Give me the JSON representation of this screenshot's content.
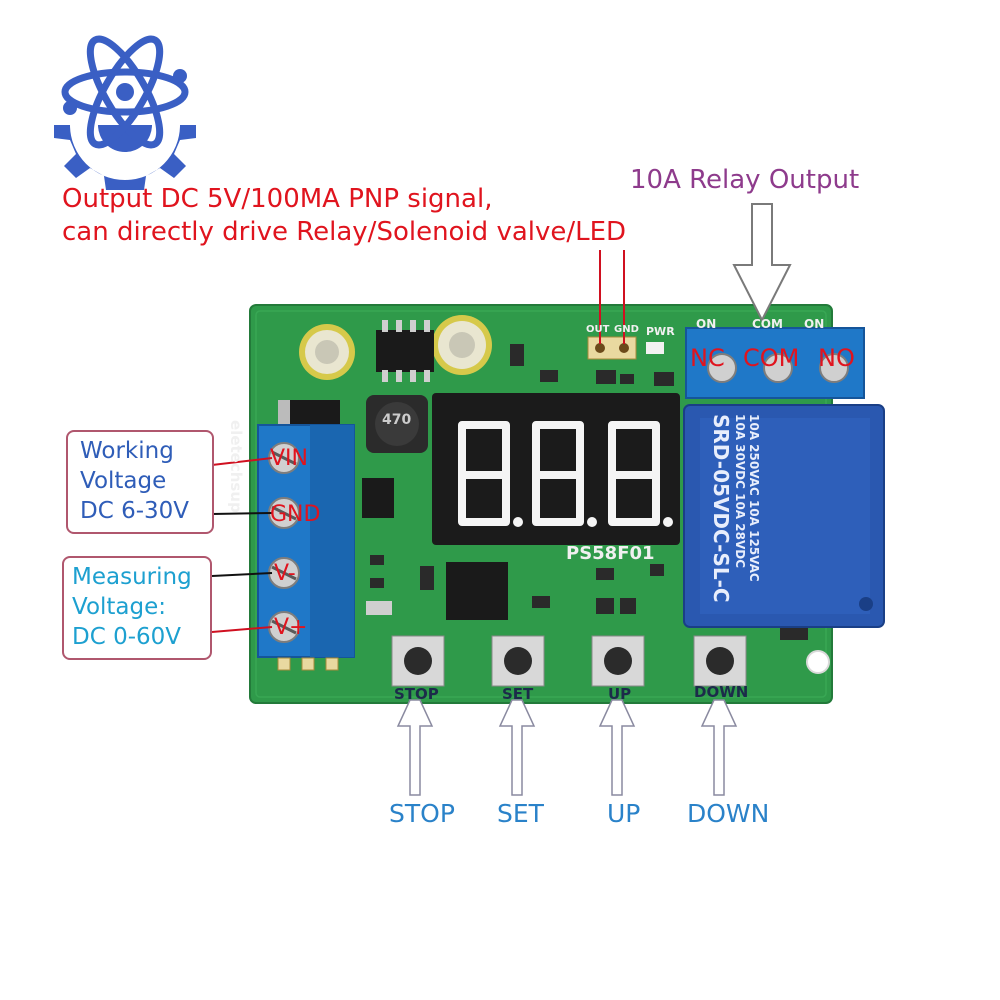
{
  "pnp_note": {
    "line1": "Output DC 5V/100MA PNP signal,",
    "line2": "can directly drive Relay/Solenoid valve/LED"
  },
  "relay_output_label": "10A Relay Output",
  "working_voltage_box": {
    "line1": "Working",
    "line2": "Voltage",
    "line3": "DC 6-30V"
  },
  "measuring_voltage_box": {
    "line1": "Measuring",
    "line2": "Voltage:",
    "line3": "DC 0-60V"
  },
  "terminal_labels": {
    "vin": "VIN",
    "gnd": "GND",
    "v_minus": "V-",
    "v_plus": "V+",
    "nc": "NC",
    "com": "COM",
    "no": "NO"
  },
  "buttons": [
    {
      "board_label": "STOP",
      "callout": "STOP"
    },
    {
      "board_label": "SET",
      "callout": "SET"
    },
    {
      "board_label": "UP",
      "callout": "UP"
    },
    {
      "board_label": "DOWN",
      "callout": "DOWN"
    }
  ],
  "pcb_silkscreen": {
    "model": "PS58F01",
    "brand": "eletechsup",
    "out": "OUT",
    "gnd": "GND",
    "pwr": "PWR",
    "on_left": "ON",
    "on_right": "ON",
    "com_top": "COM",
    "inductor": "470"
  },
  "relay_markings": {
    "line1": "10A 250VAC 10A 125VAC",
    "line2": "10A 30VDC 10A 28VDC",
    "line3": "SRD-05VDC-SL-C"
  },
  "display": {
    "digits": "8.8.8."
  },
  "colors": {
    "pcb_green": "#2f9a4a",
    "terminal_blue": "#1f78c8",
    "relay_blue": "#2a58b0",
    "callout_red": "#e0141e",
    "callout_purple": "#8e3b8c",
    "callout_cyan": "#1da0d0"
  },
  "icons": {
    "logo": "atom-gear-logo-icon"
  }
}
